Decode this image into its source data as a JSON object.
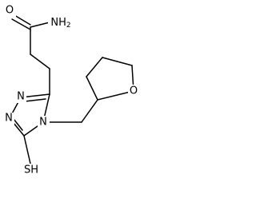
{
  "molecule": {
    "atoms": {
      "oxygen_amide": "O",
      "amide_nh2": "NH2",
      "triazole_n1": "N",
      "triazole_n2": "N",
      "triazole_n4": "N",
      "ring_oxygen": "O",
      "thiol_sh": "SH"
    }
  }
}
